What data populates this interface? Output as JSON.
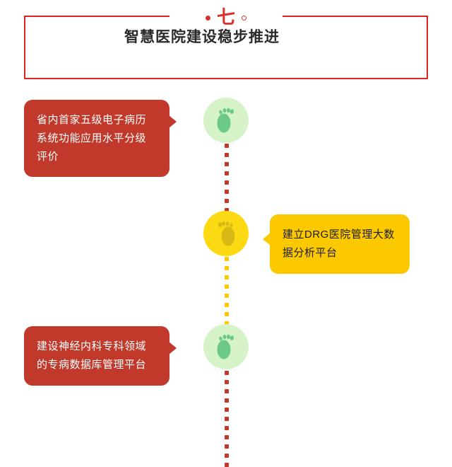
{
  "header": {
    "badge_number": "七",
    "badge_dot_left": "filled-dot",
    "badge_dot_right": "hollow-dot",
    "title": "智慧医院建设稳步推进",
    "border_color": "#e02322",
    "accent_color": "#d8302a"
  },
  "timeline": {
    "steps": [
      {
        "id": "step-1",
        "icon": "footprint-icon",
        "circle_color": "#d6f2c9",
        "foot_color": "#6cc98a",
        "callout_side": "left",
        "callout_color": "#c0392b",
        "callout_text_color": "#ffffff",
        "text": "省内首家五级电子病历系统功能应用水平分级评价"
      },
      {
        "id": "step-2",
        "icon": "footprint-icon",
        "circle_color": "#fcd913",
        "foot_color": "#d8b916",
        "callout_side": "right",
        "callout_color": "#fcc800",
        "callout_text_color": "#1e1e1e",
        "text": "建立DRG医院管理大数据分析平台"
      },
      {
        "id": "step-3",
        "icon": "footprint-icon",
        "circle_color": "#d6f2c9",
        "foot_color": "#6cc98a",
        "callout_side": "left",
        "callout_color": "#c0392b",
        "callout_text_color": "#ffffff",
        "text": "建设神经内科专科领域的专病数据库管理平台"
      }
    ],
    "connectors": [
      {
        "id": "connector-1",
        "color": "#c0392b",
        "dots": 11
      },
      {
        "id": "connector-2",
        "color": "#fcc800",
        "dots": 11
      },
      {
        "id": "connector-3",
        "color": "#c0392b",
        "dots": 11
      }
    ]
  }
}
